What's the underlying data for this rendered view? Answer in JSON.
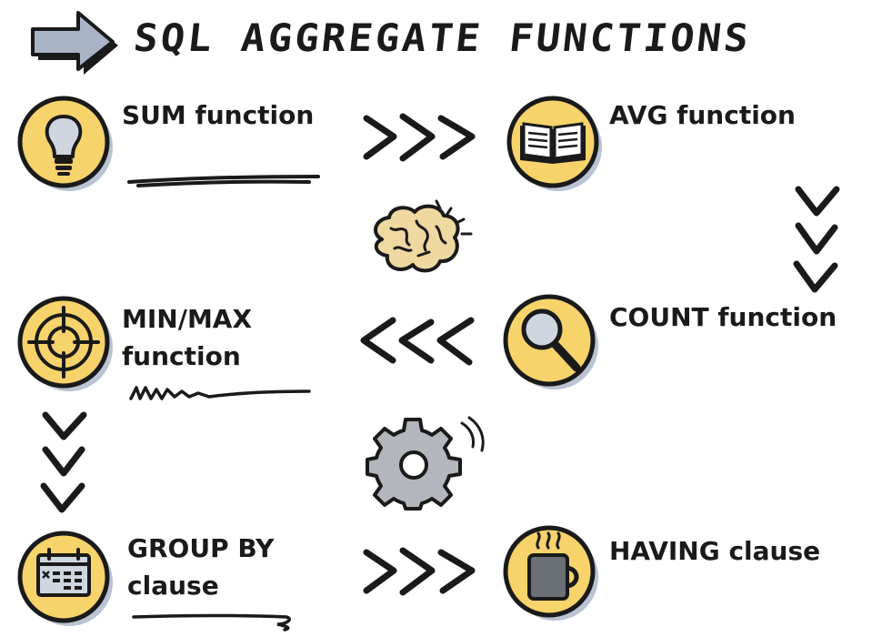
{
  "title": "SQL AGGREGATE FUNCTIONS",
  "nodes": {
    "sum": {
      "line1": "SUM function",
      "icon": "lightbulb-icon"
    },
    "avg": {
      "line1": "AVG function",
      "icon": "book-icon"
    },
    "minmax": {
      "line1": "MIN/MAX",
      "line2": "function",
      "icon": "target-icon"
    },
    "count": {
      "line1": "COUNT function",
      "icon": "magnifier-icon"
    },
    "groupby": {
      "line1": "GROUP BY",
      "line2": "clause",
      "icon": "calendar-icon"
    },
    "having": {
      "line1": "HAVING clause",
      "icon": "coffee-mug-icon"
    }
  },
  "decor": {
    "brain_icon": "brain-icon",
    "gear_icon": "gear-icon",
    "header_arrow": "right-arrow-icon"
  },
  "colors": {
    "circle_fill": "#f7d36b",
    "shadow": "#b9c3d3",
    "ink": "#1a1a1a",
    "arrow_fill": "#a8b4c6",
    "brain_fill": "#efd9a0",
    "gear_fill": "#b3b7bd"
  }
}
